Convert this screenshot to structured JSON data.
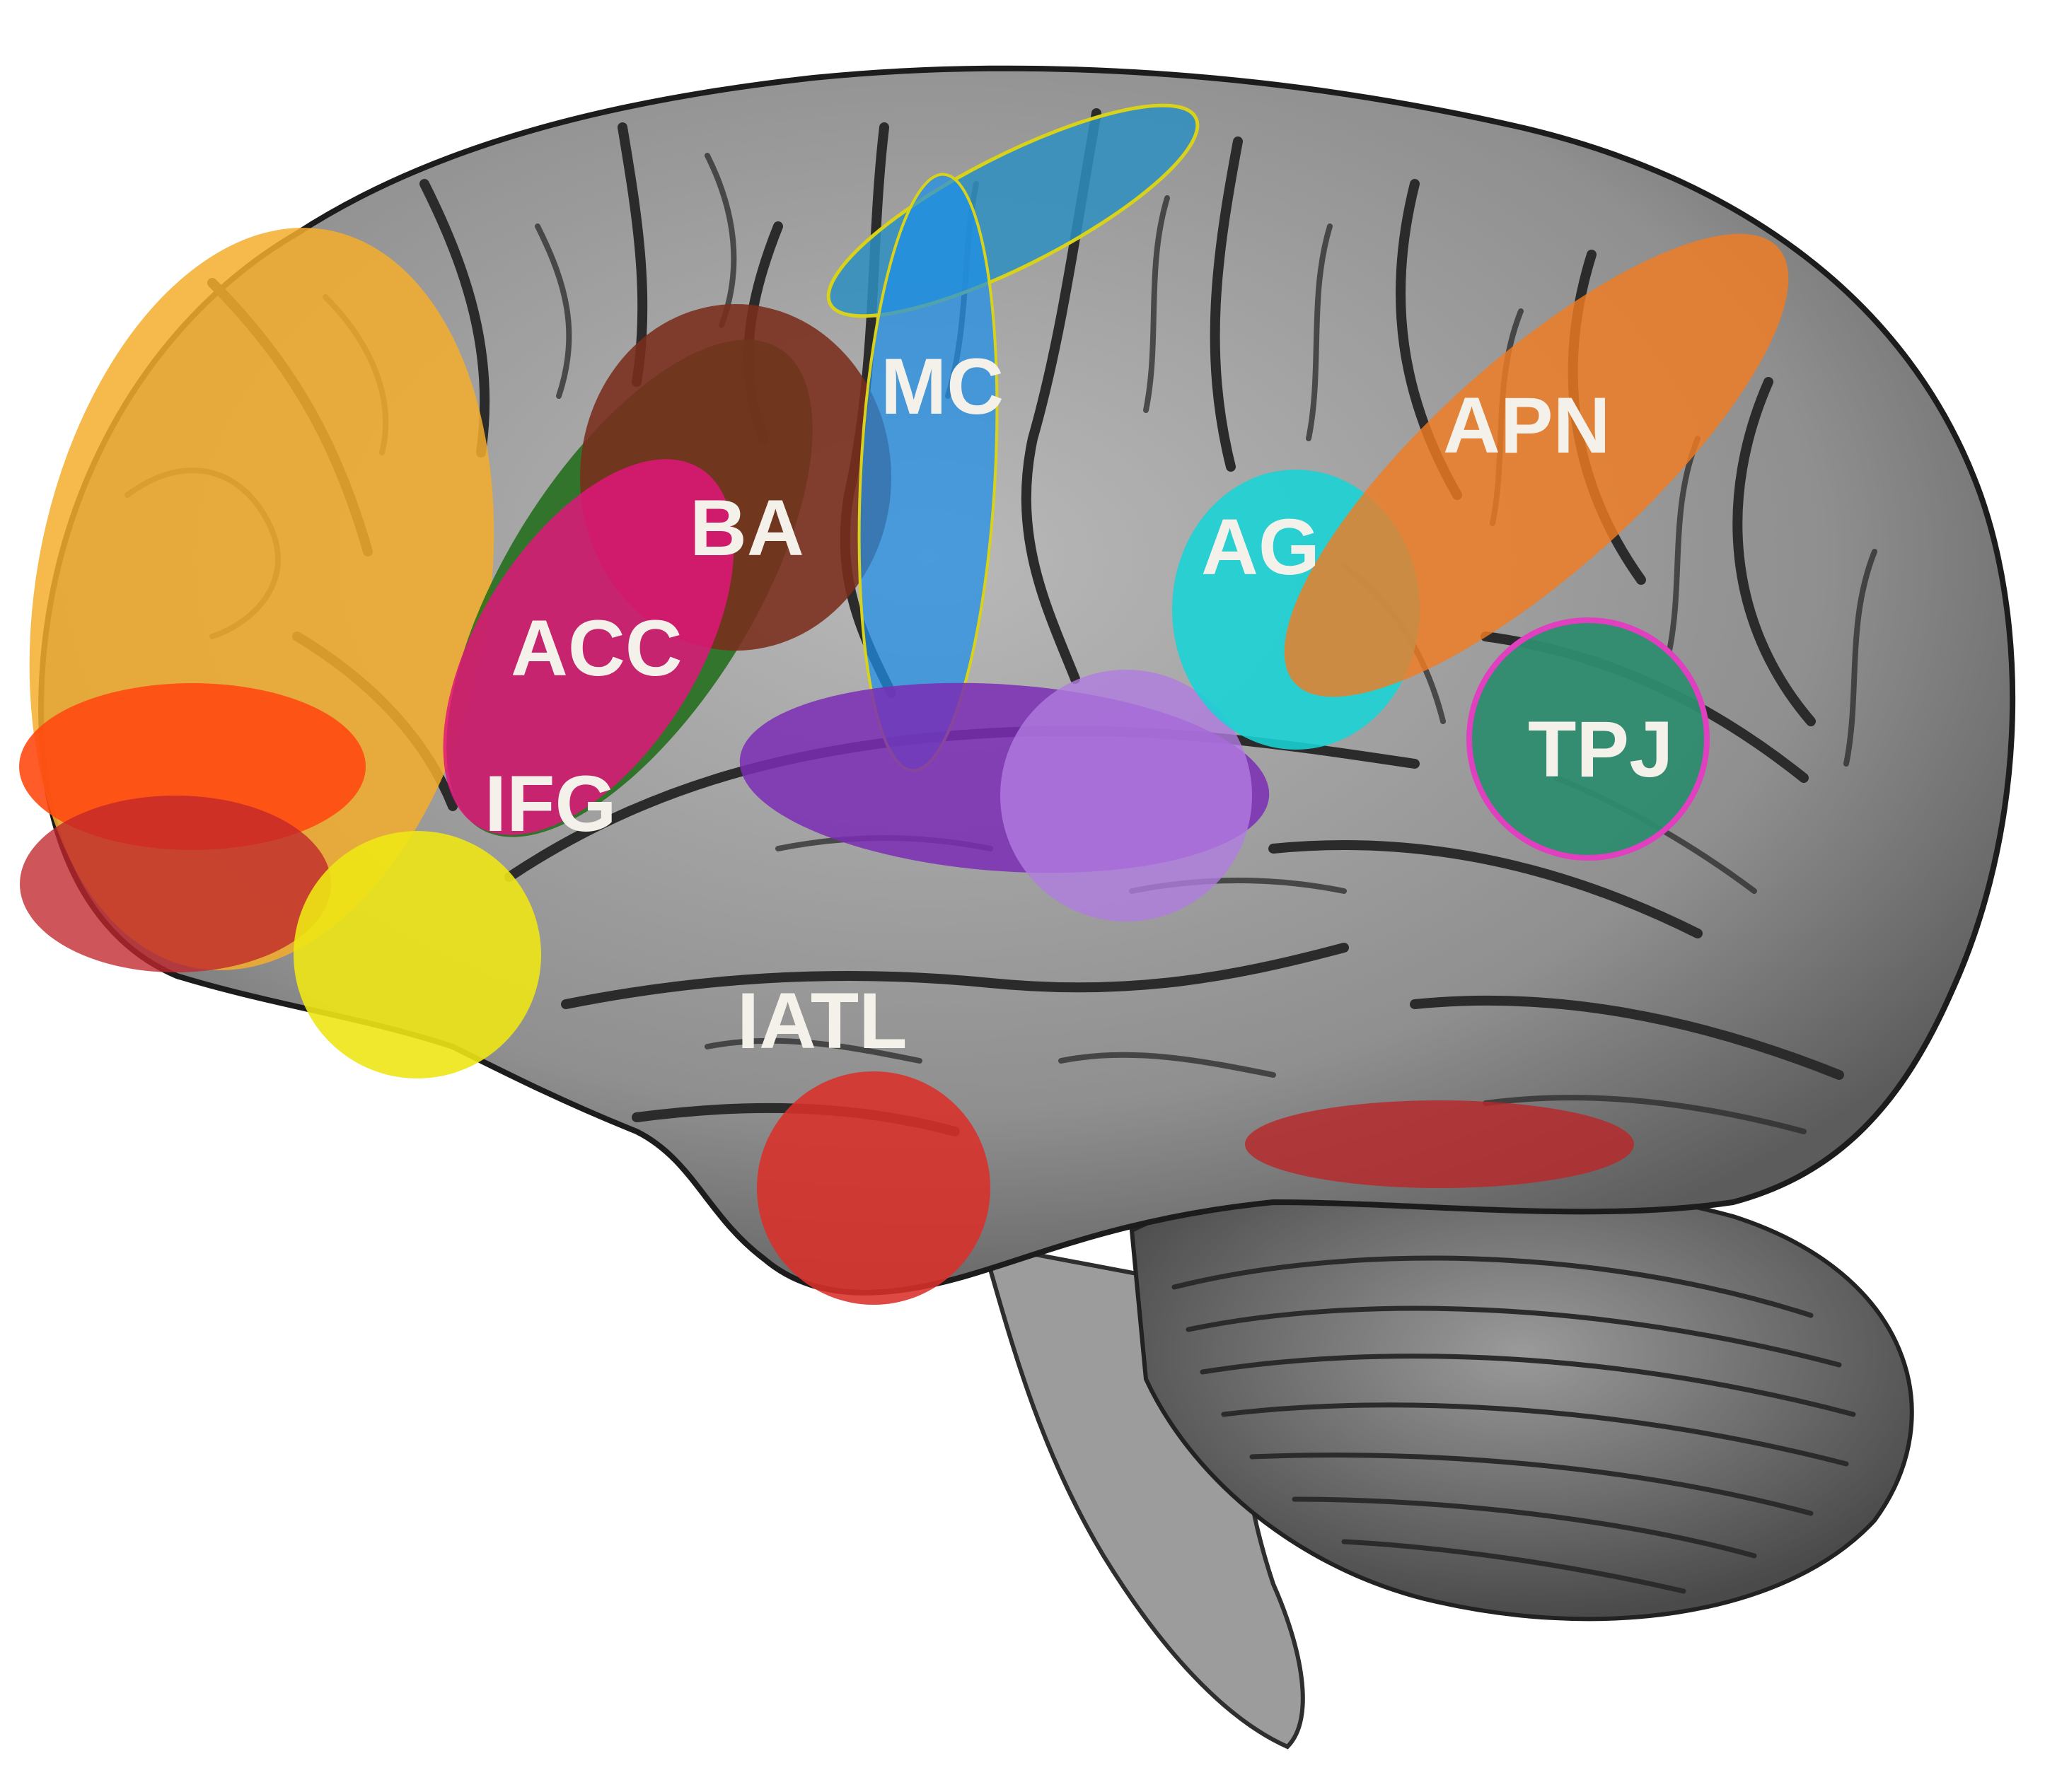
{
  "figure": {
    "background_color": "#ffffff",
    "brain_image": "lateral-brain-illustration",
    "regions": [
      {
        "key": "prefrontal",
        "label": "",
        "color": "#F3AE2B"
      },
      {
        "key": "orbitofrontal-upper",
        "label": "",
        "color": "#FF4A12"
      },
      {
        "key": "orbitofrontal-lower",
        "label": "",
        "color": "#C0262B"
      },
      {
        "key": "frontal-pole-yellow",
        "label": "",
        "color": "#EEE515"
      },
      {
        "key": "ifg-outline",
        "label": "IFG",
        "color": "#1E6B18"
      },
      {
        "key": "acc",
        "label": "ACC",
        "color": "#E0167A"
      },
      {
        "key": "ba",
        "label": "BA",
        "color": "#7A2E1C"
      },
      {
        "key": "mc",
        "label": "MC",
        "color": "#1E8FE8"
      },
      {
        "key": "motor-strip",
        "label": "",
        "color": "#2E8FBF"
      },
      {
        "key": "temporal-purple",
        "label": "",
        "color": "#7A2DB5"
      },
      {
        "key": "temporal-lilac",
        "label": "",
        "color": "#B07CE0"
      },
      {
        "key": "ag",
        "label": "AG",
        "color": "#17D4D6"
      },
      {
        "key": "apn",
        "label": "APN",
        "color": "#F07D22"
      },
      {
        "key": "tpj",
        "label": "TPJ",
        "color": "#2E8C6E"
      },
      {
        "key": "iatl",
        "label": "IATL",
        "color": "#D9302A"
      },
      {
        "key": "occipital-temporal",
        "label": "",
        "color": "#B8282A"
      }
    ],
    "labels": {
      "mc": "MC",
      "apn": "APN",
      "ba": "BA",
      "ag": "AG",
      "acc": "ACC",
      "tpj": "TPJ",
      "ifg": "IFG",
      "iatl": "IATL"
    }
  }
}
